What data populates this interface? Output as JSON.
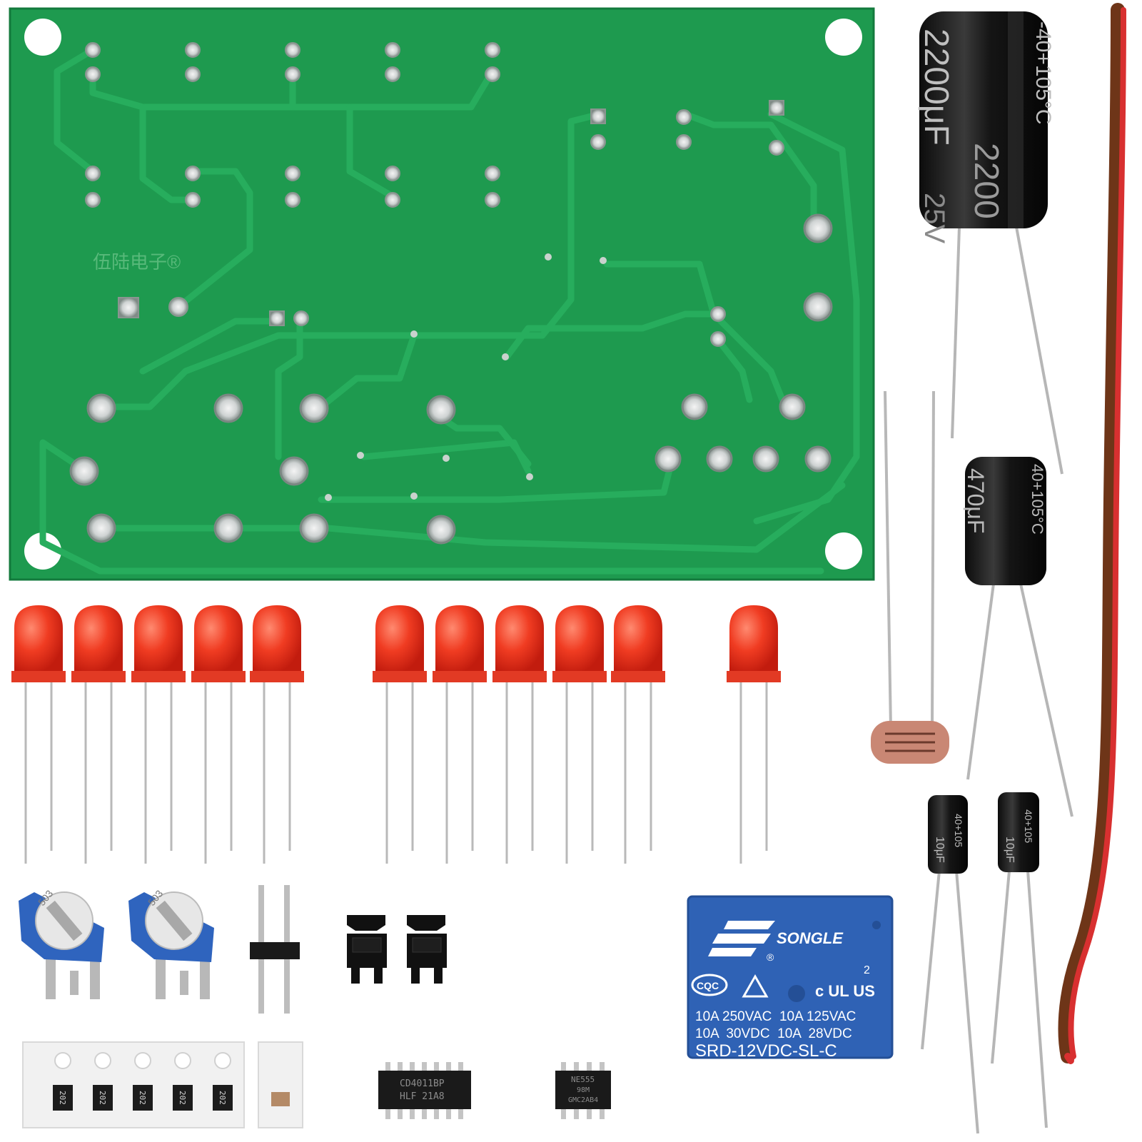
{
  "pcb": {
    "silkscreen": "伍陆电子®",
    "color": "#1f9a50",
    "trace_color": "#2aa85c"
  },
  "capacitors": {
    "large": {
      "value": "2200μF",
      "value_wrap": "2200",
      "voltage": "25V",
      "temp": "-40+105°C"
    },
    "medium": {
      "value": "470μF",
      "temp": "40+105°C"
    },
    "small": {
      "value": "10μF",
      "temp": "40+105"
    }
  },
  "ic_14pin": {
    "line1": "CD4011BP",
    "line2": "HLF 21A8"
  },
  "ic_8pin": {
    "line1": "NE555",
    "line2": "98M",
    "line3": "GMC2AB4"
  },
  "smd_resistor_code": "202",
  "trimpot_code": "503",
  "relay": {
    "brand": "SONGLE",
    "cert_cqc": "CQC",
    "cert_ul": "c UL US",
    "cert_num": "2",
    "rating1": "10A 250VAC  10A 125VAC",
    "rating2": "10A  30VDC  10A  28VDC",
    "model": "SRD-12VDC-SL-C",
    "color": "#2f62b5"
  },
  "colors": {
    "led": "#e8321e",
    "wire_red": "#d62a2a",
    "wire_brown": "#7a3a1a"
  }
}
